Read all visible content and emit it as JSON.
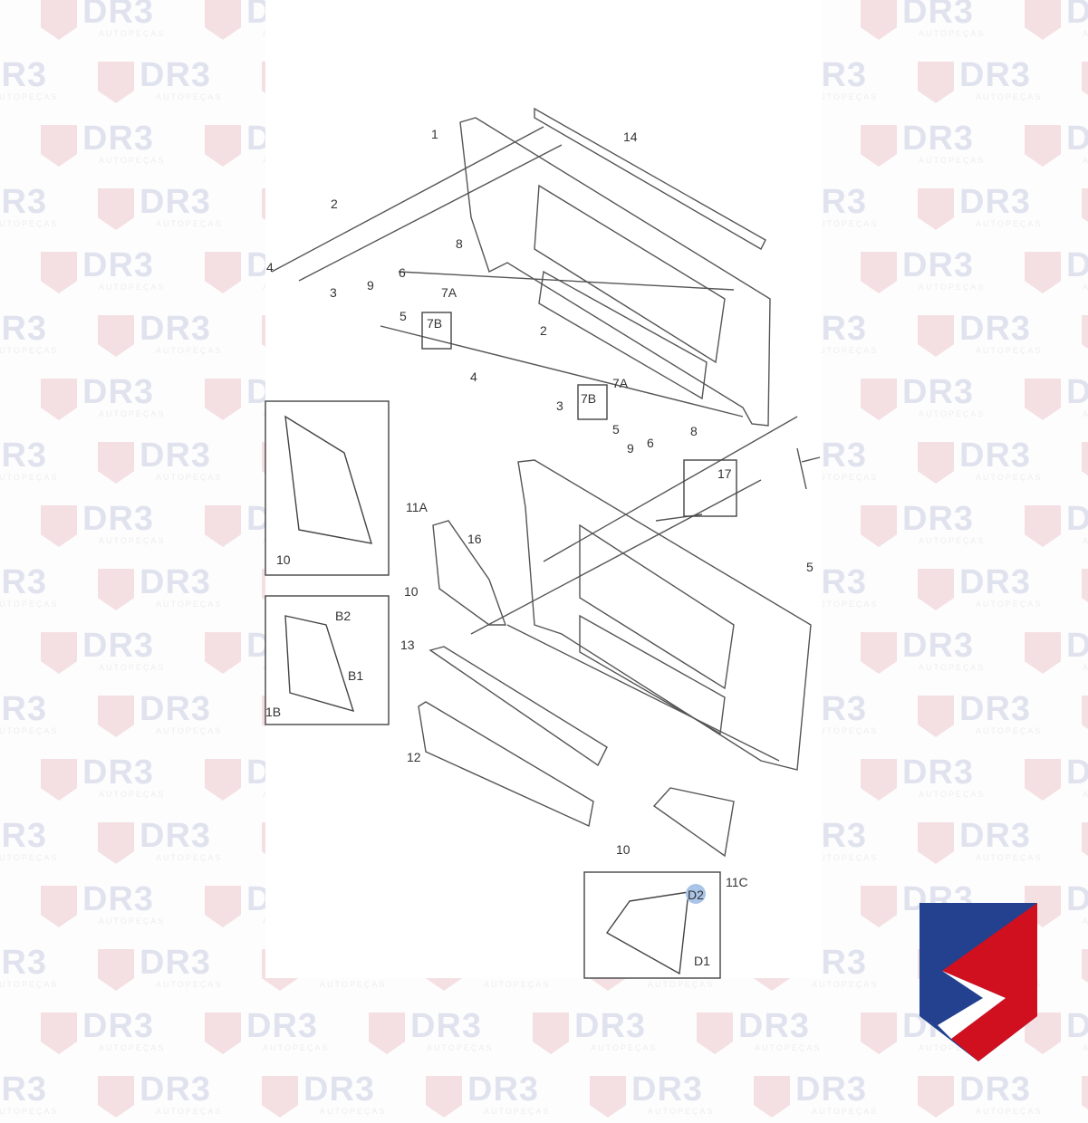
{
  "watermark": {
    "brand": "DR3",
    "tagline": "AUTOPEÇAS"
  },
  "colors": {
    "brand_blue": "#23418f",
    "brand_red": "#d0101f",
    "line": "#555555",
    "highlight": "#a9c4e6"
  },
  "labels": [
    "1",
    "14",
    "2",
    "8",
    "4",
    "3",
    "9",
    "6",
    "7A",
    "5",
    "7B",
    "2",
    "4",
    "3",
    "7A",
    "7B",
    "5",
    "9",
    "6",
    "8",
    "17",
    "11A",
    "16",
    "10",
    "5",
    "10",
    "B2",
    "B1",
    "1B",
    "13",
    "12",
    "10",
    "11C",
    "D2",
    "D1"
  ]
}
